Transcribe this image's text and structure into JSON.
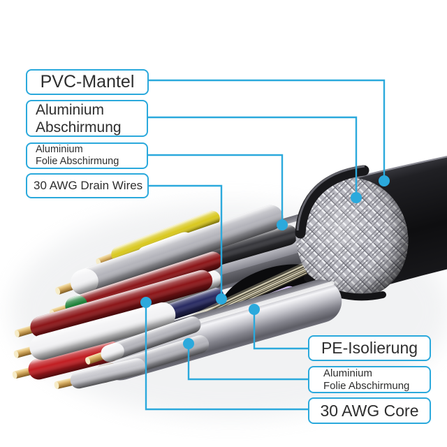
{
  "accent_color": "#2ba9dc",
  "text_color": "#2e2e2e",
  "background_color": "#ffffff",
  "callouts": {
    "pvc": {
      "text": "PVC-Mantel"
    },
    "alu_braid": {
      "line1": "Aluminium",
      "line2": "Abschirmung"
    },
    "alu_foil_left": {
      "line1": "Aluminium",
      "line2": "Folie Abschirmung"
    },
    "drain": {
      "text": "30 AWG Drain Wires"
    },
    "pe": {
      "text": "PE-Isolierung"
    },
    "alu_foil_right": {
      "line1": "Aluminium",
      "line2": "Folie Abschirmung"
    },
    "core": {
      "text": "30 AWG Core"
    }
  },
  "cable": {
    "jacket_color": "#1b1b1e",
    "braid_color": "#b7b7bf",
    "foil_color": "#b5b5bc",
    "ferrule_color": "#dfb96f",
    "drain_wire_color": "#b1aa8e",
    "wire_colors": {
      "yellow": "#d9c81e",
      "white": "#f2f2f4",
      "black": "#36363b",
      "navy": "#282a62",
      "green": "#1d8038",
      "dark_red": "#8c1518",
      "red": "#c11d22",
      "brown": "#6f4a2c",
      "gray": "#b4b4bb",
      "silver": "#c6c6cc",
      "purple": "#7f46d9"
    }
  }
}
